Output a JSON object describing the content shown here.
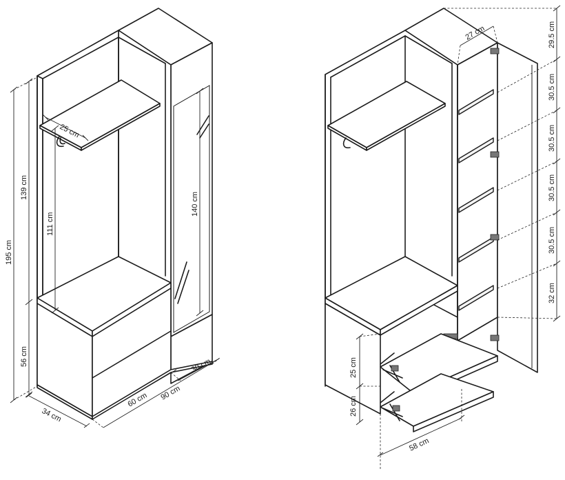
{
  "left_view": {
    "dims": {
      "shelf_depth": "25 cm",
      "total_height": "195 cm",
      "upper_height": "139 cm",
      "inner_height": "111 cm",
      "door_height": "140 cm",
      "base_height": "56 cm",
      "depth": "34 cm",
      "bench_width": "60 cm",
      "total_width": "90 cm",
      "cabinet_width": "30 cm"
    }
  },
  "right_view": {
    "dims": {
      "cabinet_inner_width": "27 cm",
      "top_compartment": "29.5 cm",
      "shelf_1": "30.5 cm",
      "shelf_2": "30.5 cm",
      "shelf_3": "30.5 cm",
      "shelf_4": "30.5 cm",
      "bottom_compartment": "32 cm",
      "drawer_1_height": "25 cm",
      "drawer_2_height": "26 cm",
      "drawer_width": "58 cm"
    }
  }
}
